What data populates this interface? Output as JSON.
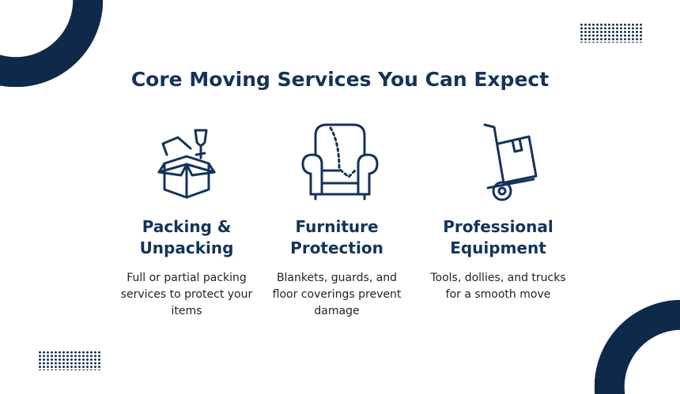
{
  "heading": "Core Moving Services You Can Expect",
  "services": [
    {
      "title": "Packing & Unpacking",
      "desc": "Full or partial packing services to protect your items",
      "icon": "open-box-icon"
    },
    {
      "title": "Furniture Protection",
      "desc": "Blankets, guards, and floor coverings prevent damage",
      "icon": "armchair-icon"
    },
    {
      "title": "Professional Equipment",
      "desc": "Tools, dollies, and trucks for a smooth move",
      "icon": "hand-truck-icon"
    }
  ],
  "colors": {
    "navy": "#0e2949"
  }
}
